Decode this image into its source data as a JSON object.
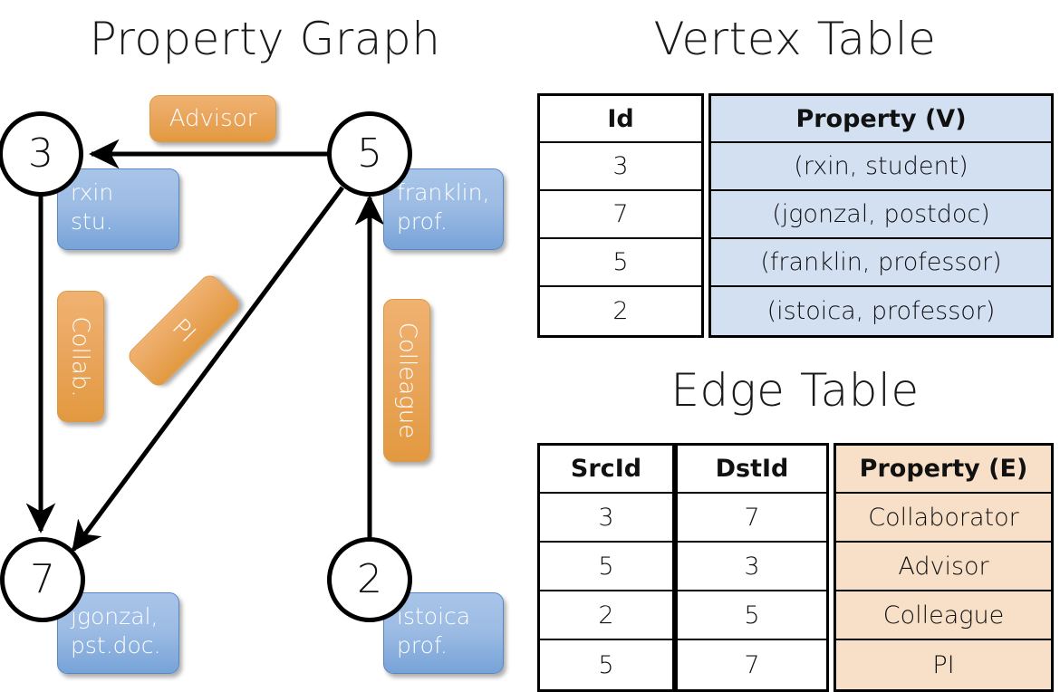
{
  "titles": {
    "property_graph": "Property Graph",
    "vertex_table": "Vertex Table",
    "edge_table": "Edge Table"
  },
  "graph": {
    "nodes": [
      {
        "id": "3",
        "label": "3",
        "property": "rxin\nstu."
      },
      {
        "id": "5",
        "label": "5",
        "property": "franklin,\nprof."
      },
      {
        "id": "7",
        "label": "7",
        "property": "jgonzal,\npst.doc."
      },
      {
        "id": "2",
        "label": "2",
        "property": "istoica\nprof."
      }
    ],
    "edge_labels": [
      {
        "name": "advisor",
        "text": "Advisor"
      },
      {
        "name": "collab",
        "text": "Collab."
      },
      {
        "name": "pi",
        "text": "PI"
      },
      {
        "name": "colleague",
        "text": "Colleague"
      }
    ],
    "edges": [
      {
        "from": "5",
        "to": "3",
        "label": "Advisor"
      },
      {
        "from": "3",
        "to": "7",
        "label": "Collab."
      },
      {
        "from": "5",
        "to": "7",
        "label": "PI"
      },
      {
        "from": "2",
        "to": "5",
        "label": "Colleague"
      }
    ]
  },
  "vertex_table": {
    "headers": [
      "Id",
      "Property (V)"
    ],
    "rows": [
      {
        "id": "3",
        "property": "(rxin, student)"
      },
      {
        "id": "7",
        "property": "(jgonzal, postdoc)"
      },
      {
        "id": "5",
        "property": "(franklin, professor)"
      },
      {
        "id": "2",
        "property": "(istoica, professor)"
      }
    ]
  },
  "edge_table": {
    "headers": [
      "SrcId",
      "DstId",
      "Property (E)"
    ],
    "rows": [
      {
        "src": "3",
        "dst": "7",
        "property": "Collaborator"
      },
      {
        "src": "5",
        "dst": "3",
        "property": "Advisor"
      },
      {
        "src": "2",
        "dst": "5",
        "property": "Colleague"
      },
      {
        "src": "5",
        "dst": "7",
        "property": "PI"
      }
    ]
  },
  "colors": {
    "vertex_property_fill": "#d3e0f2",
    "edge_property_fill": "#f8e0c8",
    "node_box_blue": "#9dbce4",
    "edge_label_orange": "#eaa65e",
    "stroke": "#000000"
  }
}
